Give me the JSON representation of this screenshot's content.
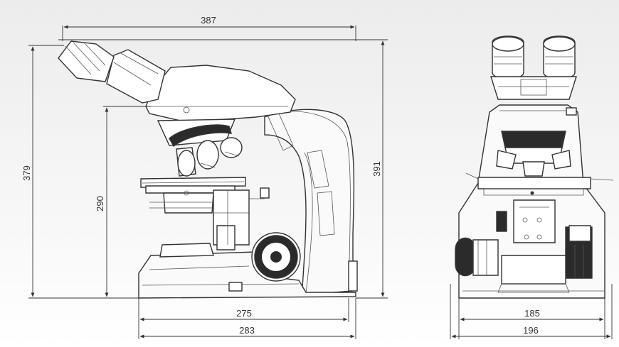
{
  "dimensions": {
    "top_width": "387",
    "overall_height": "379",
    "stage_height": "290",
    "body_height": "391",
    "base_depth": "275",
    "total_depth": "283",
    "front_base_width": "185",
    "front_total_width": "196"
  },
  "colors": {
    "line": "#333333",
    "body_fill": "#ffffff",
    "shade": "#e8e8e8",
    "dark": "#2b2b2b"
  }
}
